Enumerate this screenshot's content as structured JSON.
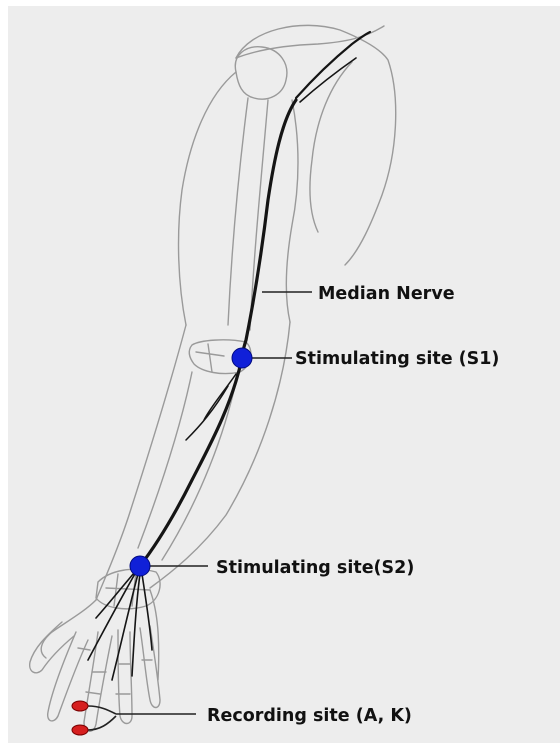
{
  "labels": {
    "median_nerve": "Median Nerve",
    "site_s1": "Stimulating site (S1)",
    "site_s2": "Stimulating site(S2)",
    "recording": "Recording site (A, K)"
  },
  "colors": {
    "panel": "#ededed",
    "outline": "#9a9a9a",
    "nerve": "#151515",
    "stimulation_marker": "#1020d8",
    "recording_marker": "#d61f1f",
    "text": "#111111"
  }
}
